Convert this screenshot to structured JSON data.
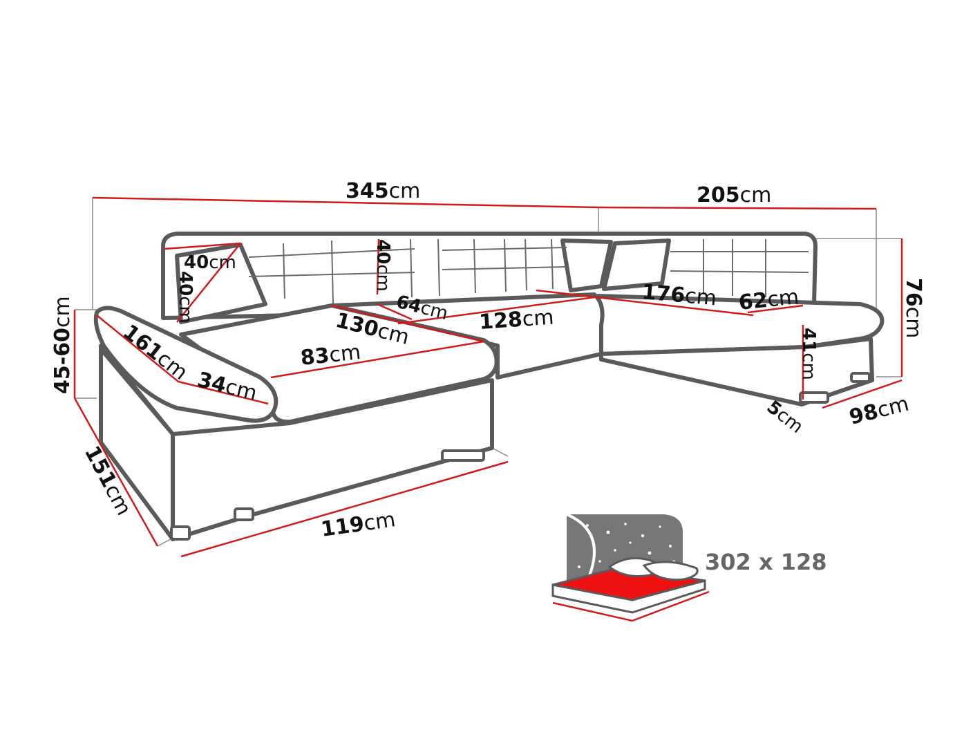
{
  "diagram": {
    "dimensions": {
      "overall_width": {
        "value": "345",
        "unit": "cm"
      },
      "right_width": {
        "value": "205",
        "unit": "cm"
      },
      "height_left": {
        "value": "45-60",
        "unit": "cm"
      },
      "height_right": {
        "value": "76",
        "unit": "cm"
      },
      "depth_left": {
        "value": "151",
        "unit": "cm"
      },
      "front_left": {
        "value": "119",
        "unit": "cm"
      },
      "depth_right": {
        "value": "98",
        "unit": "cm"
      },
      "foot_height": {
        "value": "5",
        "unit": "cm"
      },
      "armrest_length": {
        "value": "161",
        "unit": "cm"
      },
      "armrest_width": {
        "value": "34",
        "unit": "cm"
      },
      "cushion_width": {
        "value": "40",
        "unit": "cm"
      },
      "cushion_height": {
        "value": "40",
        "unit": "cm"
      },
      "back_cushion": {
        "value": "40",
        "unit": "cm"
      },
      "chaise_length": {
        "value": "130",
        "unit": "cm"
      },
      "seat_depth_left": {
        "value": "83",
        "unit": "cm"
      },
      "middle_depth": {
        "value": "64",
        "unit": "cm"
      },
      "middle_width": {
        "value": "128",
        "unit": "cm"
      },
      "right_seat_width": {
        "value": "176",
        "unit": "cm"
      },
      "right_seat_depth": {
        "value": "62",
        "unit": "cm"
      },
      "seat_height": {
        "value": "41",
        "unit": "cm"
      }
    },
    "bed_size": "302 x 128"
  },
  "colors": {
    "dimension_line": "#d11a1a",
    "outline": "#5a5a5a",
    "bed_surface": "#ee1111",
    "night_sky": "#777777"
  }
}
